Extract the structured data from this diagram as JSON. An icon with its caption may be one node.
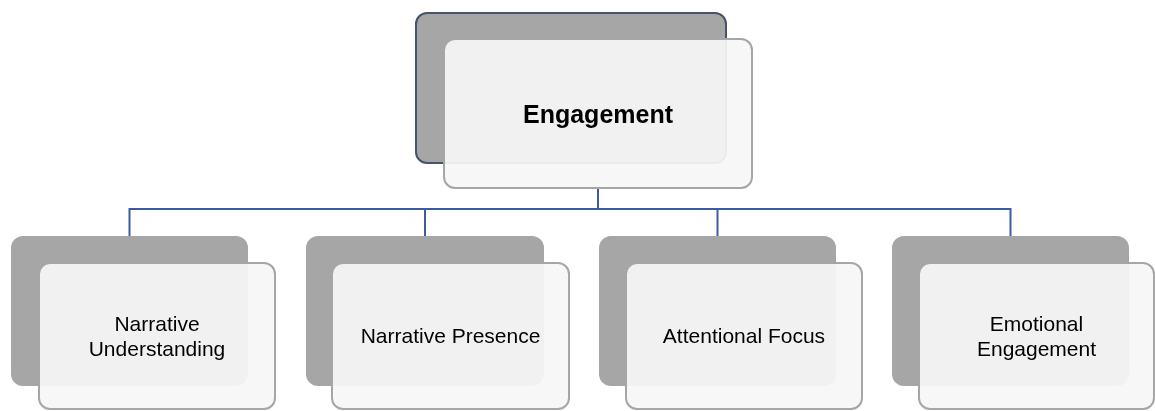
{
  "diagram": {
    "nodes": [
      {
        "text": [
          "Engagement"
        ]
      },
      {
        "text": [
          "Narrative Understanding"
        ]
      },
      {
        "text": [
          "Narrative Presence"
        ]
      },
      {
        "text": [
          "Attentional Focus"
        ]
      },
      {
        "text": [
          "Emotional Engagement"
        ]
      }
    ],
    "edges": [
      {
        "from": 0,
        "to": 1,
        "arrow": "none"
      },
      {
        "from": 0,
        "to": 2,
        "arrow": "none"
      },
      {
        "from": 0,
        "to": 3,
        "arrow": "none"
      },
      {
        "from": 0,
        "to": 4,
        "arrow": "none"
      }
    ]
  }
}
